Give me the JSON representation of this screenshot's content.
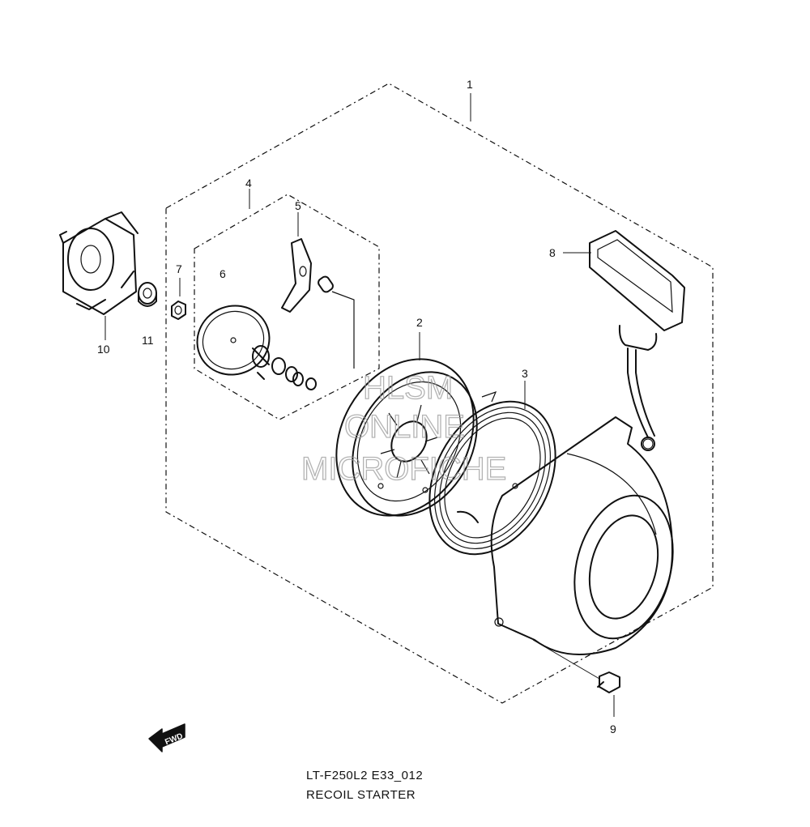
{
  "diagram": {
    "caption_line1": "LT-F250L2 E33_012",
    "caption_line2": "RECOIL STARTER",
    "forward_arrow_label": "FWD",
    "watermark": [
      "HLSM",
      "ONLINE",
      "MICROFICHE"
    ],
    "callouts": [
      "1",
      "2",
      "3",
      "4",
      "5",
      "6",
      "7",
      "8",
      "9",
      "10",
      "11"
    ]
  }
}
